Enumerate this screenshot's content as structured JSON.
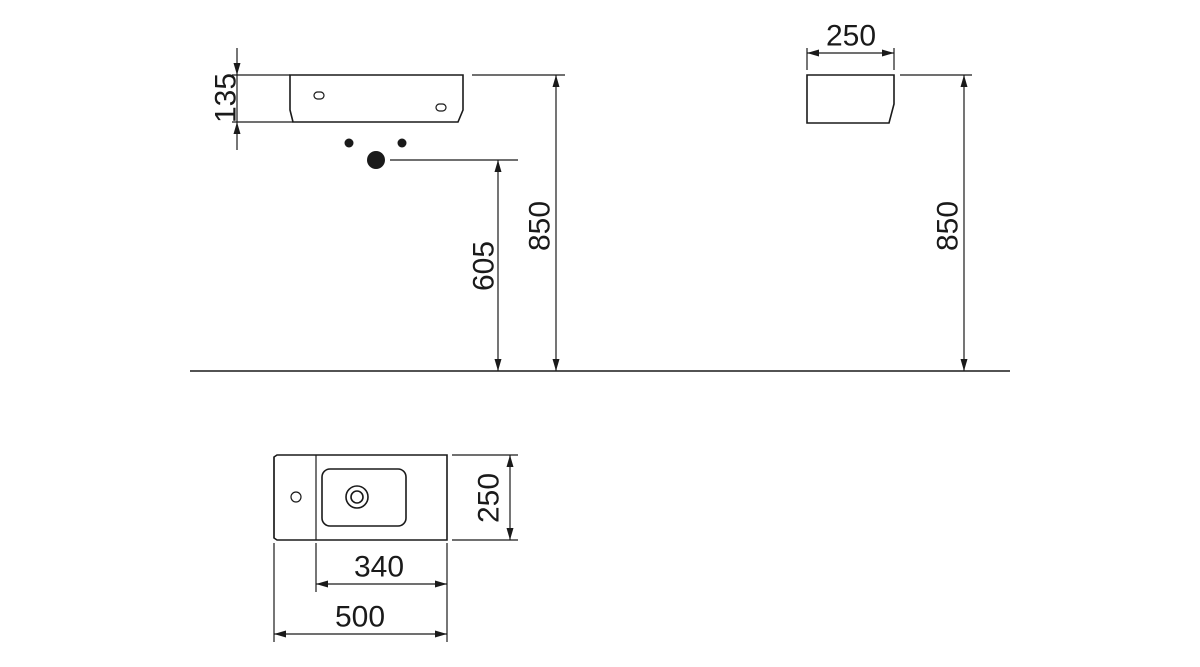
{
  "dimensions": {
    "front_height": "135",
    "drain_height": "605",
    "front_total_height": "850",
    "side_width": "250",
    "side_total_height": "850",
    "plan_depth": "250",
    "plan_basin_width": "340",
    "plan_total_width": "500"
  },
  "colors": {
    "line": "#1a1a1a",
    "background": "#ffffff"
  }
}
